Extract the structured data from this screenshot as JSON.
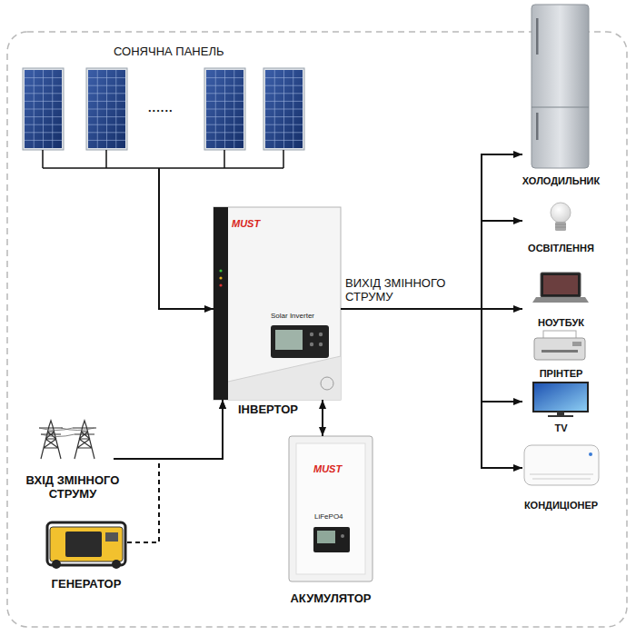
{
  "diagram": {
    "nodes": [
      {
        "text": [
          "СОНЯЧНА ПАНЕЛЬ"
        ]
      },
      {
        "text": [
          "MUST",
          "Solar Inverter",
          "ІНВЕРТОР"
        ]
      },
      {
        "text": [
          "ВХІД ЗМІННОГО СТРУМУ"
        ]
      },
      {
        "text": [
          "ГЕНЕРАТОР"
        ]
      },
      {
        "text": [
          "MUST",
          "LiFePO4",
          "АКУМУЛЯТОР"
        ]
      },
      {
        "text": [
          "ХОЛОДИЛЬНИК"
        ]
      },
      {
        "text": [
          "ОСВІТЛЕННЯ"
        ]
      },
      {
        "text": [
          "НОУТБУК"
        ]
      },
      {
        "text": [
          "ПРІНТЕР"
        ]
      },
      {
        "text": [
          "TV"
        ]
      },
      {
        "text": [
          "КОНДИЦІОНЕР"
        ]
      }
    ],
    "edges": [
      {
        "from": 0,
        "to": 1,
        "arrow": "to"
      },
      {
        "from": 2,
        "to": 1,
        "arrow": "to"
      },
      {
        "from": 3,
        "to": 1,
        "arrow": "to"
      },
      {
        "from": 1,
        "to": 4,
        "arrow": "both"
      },
      {
        "from": 1,
        "to": 5,
        "arrow": "to"
      },
      {
        "from": 1,
        "to": 6,
        "arrow": "to"
      },
      {
        "from": 1,
        "to": 7,
        "label": "ВИХІД ЗМІННОГО СТРУМУ",
        "arrow": "to"
      },
      {
        "from": 1,
        "to": 9,
        "arrow": "to"
      },
      {
        "from": 1,
        "to": 10,
        "arrow": "to"
      }
    ],
    "labels": [
      "......"
    ]
  }
}
